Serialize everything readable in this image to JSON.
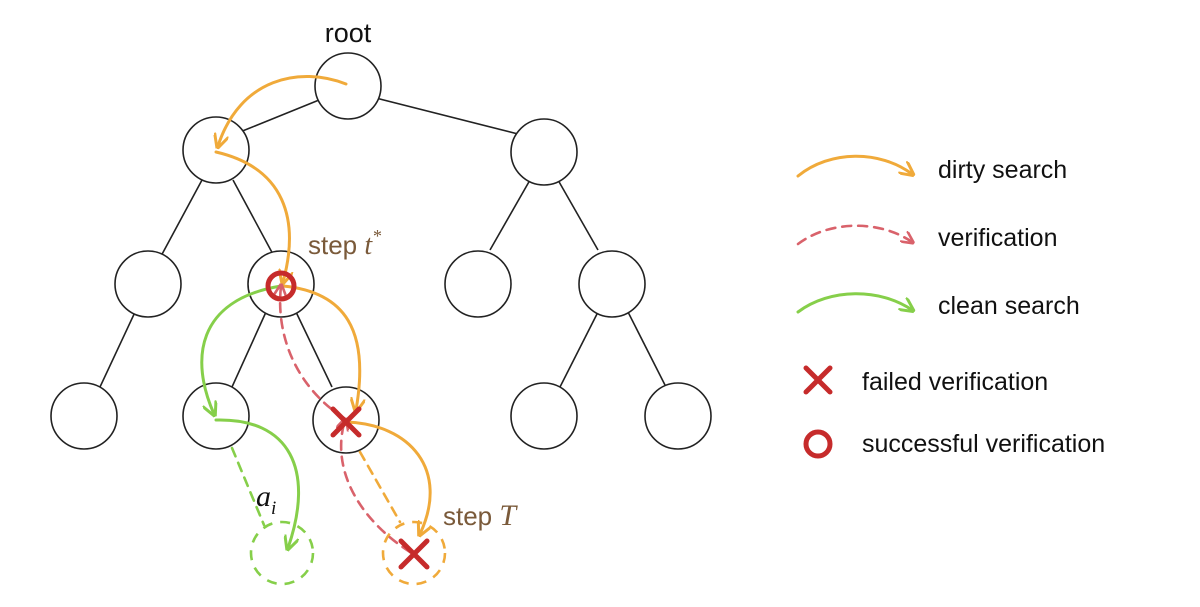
{
  "diagram": {
    "root_label": "root",
    "step_t_star": {
      "prefix": "step ",
      "var": "t",
      "sup": "*"
    },
    "step_T": {
      "prefix": "step ",
      "var": "T"
    },
    "a_i": {
      "var": "a",
      "sub": "i"
    }
  },
  "legend": {
    "dirty_search": "dirty search",
    "verification": "verification",
    "clean_search": "clean search",
    "failed_verification": "failed verification",
    "successful_verification": "successful verification"
  },
  "colors": {
    "dirty": "#F0AA3A",
    "verification": "#D9626B",
    "clean": "#86CF4A",
    "marker": "#C62B2B",
    "label_brown": "#7A5A3A"
  }
}
